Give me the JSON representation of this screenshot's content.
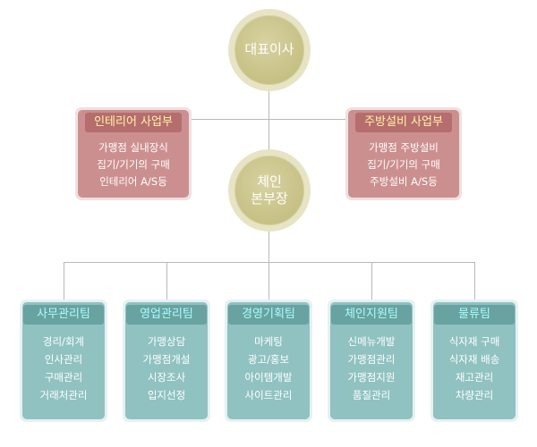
{
  "ceo": {
    "label": "대표이사"
  },
  "chain_head": {
    "lines": [
      "체인",
      "본부장"
    ]
  },
  "divisions": [
    {
      "name": "인테리어 사업부",
      "items": [
        "가맹점 실내장식",
        "집기/기기의 구매",
        "인테리어 A/S등"
      ]
    },
    {
      "name": "주방설비 사업부",
      "items": [
        "가맹점 주방설비",
        "집기/기기의 구매",
        "주방설비 A/S등"
      ]
    }
  ],
  "teams": [
    {
      "name": "사무관리팀",
      "items": [
        "경리/회계",
        "인사관리",
        "구매관리",
        "거래처관리"
      ]
    },
    {
      "name": "영업관리팀",
      "items": [
        "가맹상담",
        "가맹점개설",
        "시장조사",
        "입지선정"
      ]
    },
    {
      "name": "경영기획팀",
      "items": [
        "마케팅",
        "광고/홍보",
        "아이템개발",
        "사이트관리"
      ]
    },
    {
      "name": "체인지원팀",
      "items": [
        "신메뉴개발",
        "가맹점관리",
        "가맹점지원",
        "품질관리"
      ]
    },
    {
      "name": "물류팀",
      "items": [
        "식자재 구매",
        "식자재 배송",
        "재고관리",
        "차량관리"
      ]
    }
  ],
  "colors": {
    "circle": "#c6c084",
    "division_box": "#cc8f8f",
    "division_title_bg": "#b56d6d",
    "division_title_text": "#fff3a8",
    "team_box": "#8fc2c1",
    "team_title_bg": "#68a2a1",
    "team_title_text": "#a8fdfd",
    "connector": "#b9b9b9"
  }
}
